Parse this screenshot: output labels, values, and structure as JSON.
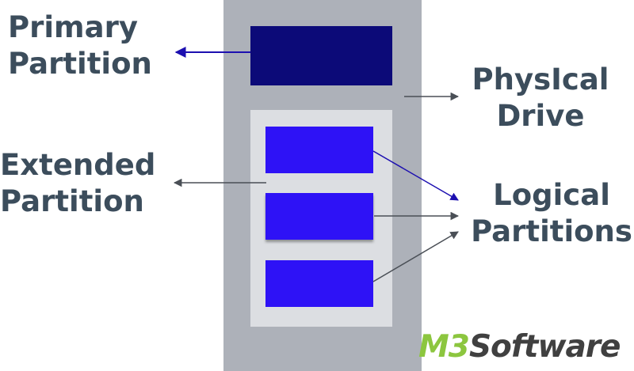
{
  "labels": {
    "primary": [
      "Primary",
      "Partition"
    ],
    "extended": [
      "Extended",
      "Partition"
    ],
    "physical": [
      "PhysIcal",
      "Drive"
    ],
    "logical": [
      "Logical",
      "Partitions"
    ]
  },
  "logo": {
    "brand": "M3",
    "name": "Software"
  },
  "colors": {
    "drive": "#adb1b9",
    "primary_partition": "#0c0a78",
    "extended_partition": "#dcdee2",
    "logical_partition": "#2e12f6",
    "label_text": "#3c4d5c",
    "logo_brand": "#8cc63f",
    "logo_name": "#404040"
  }
}
